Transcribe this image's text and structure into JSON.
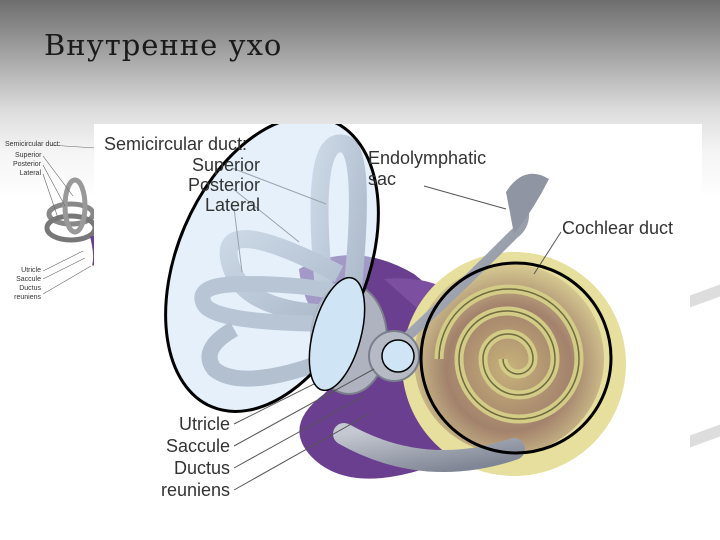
{
  "slide": {
    "title": "Внутренне ухо"
  },
  "thumbnail": {
    "labels": {
      "semicircular_duct": "Semicircular duct:",
      "superior": "Superior",
      "posterior": "Posterior",
      "lateral": "Lateral",
      "utricle": "Utricle",
      "saccule": "Saccule",
      "ductus": "Ductus",
      "reuniens": "reuniens"
    }
  },
  "diagram": {
    "labels": {
      "semicircular_duct": "Semicircular duct:",
      "superior": "Superior",
      "posterior": "Posterior",
      "lateral": "Lateral",
      "endolymphatic": "Endolymphatic",
      "sac": "sac",
      "cochlear_duct": "Cochlear duct",
      "utricle": "Utricle",
      "saccule": "Saccule",
      "ductus": "Ductus",
      "reuniens": "reuniens"
    },
    "colors": {
      "membrane_purple": "#6b3f8f",
      "duct_gray": "#9aa0ad",
      "cochlea_yellow": "#d8d08a",
      "cochlea_brown": "#9a7a66",
      "highlight_blue": "#cfe4f5"
    }
  }
}
